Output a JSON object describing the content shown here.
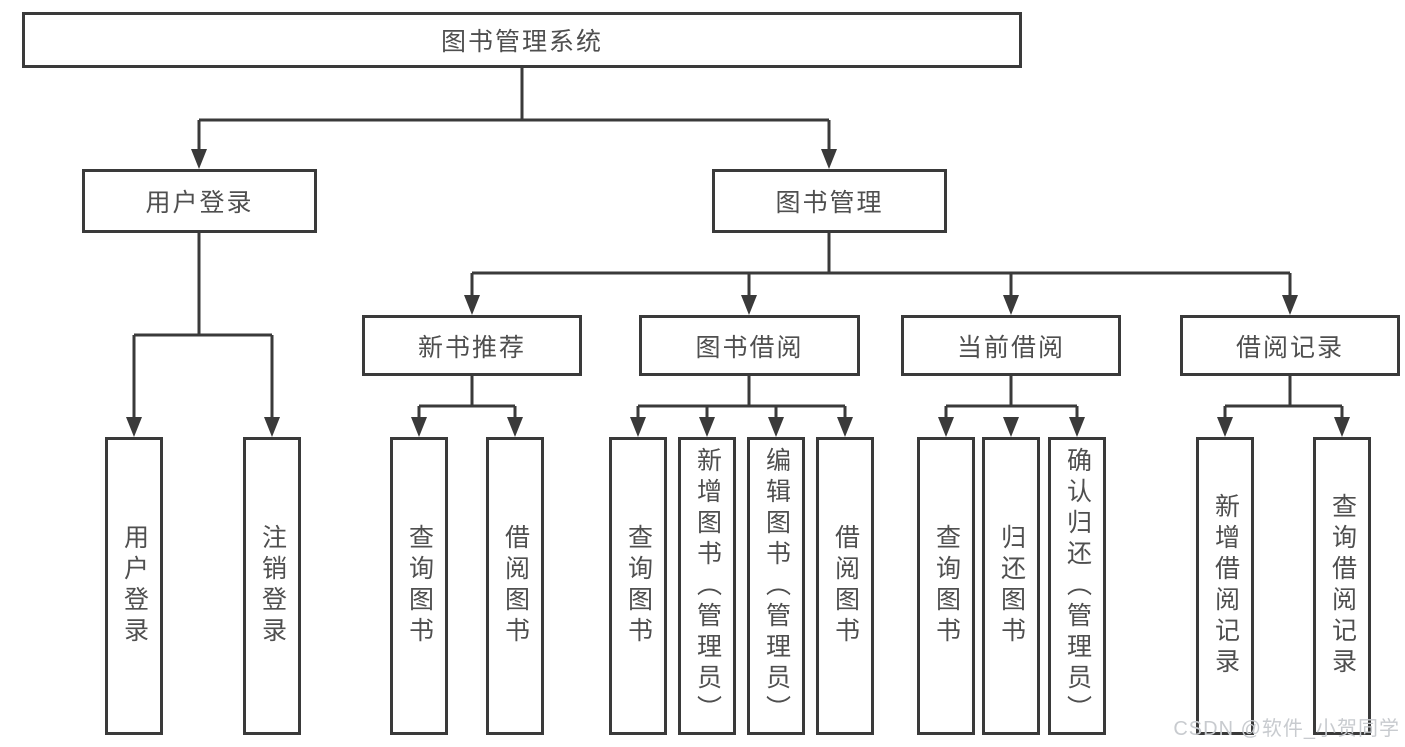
{
  "nodes": {
    "root": {
      "label": "图书管理系统"
    },
    "user_login": {
      "label": "用户登录"
    },
    "book_management": {
      "label": "图书管理"
    },
    "new_book_recommend": {
      "label": "新书推荐"
    },
    "book_borrow": {
      "label": "图书借阅"
    },
    "current_borrow": {
      "label": "当前借阅"
    },
    "borrow_records": {
      "label": "借阅记录"
    },
    "user_login_leaf": {
      "label": "用户登录"
    },
    "logout_leaf": {
      "label": "注销登录"
    },
    "recommend_query_books": {
      "label": "查询图书"
    },
    "recommend_borrow_books": {
      "label": "借阅图书"
    },
    "borrow_query_books": {
      "label": "查询图书"
    },
    "borrow_add_books": {
      "label": "新增图书（管理员）"
    },
    "borrow_edit_books": {
      "label": "编辑图书（管理员）"
    },
    "borrow_borrow_books": {
      "label": "借阅图书"
    },
    "current_query_books": {
      "label": "查询图书"
    },
    "current_return_books": {
      "label": "归还图书"
    },
    "current_confirm_return": {
      "label": "确认归还（管理员）"
    },
    "records_add_record": {
      "label": "新增借阅记录"
    },
    "records_query_record": {
      "label": "查询借阅记录"
    }
  },
  "hierarchy": {
    "图书管理系统": {
      "用户登录": [
        "用户登录",
        "注销登录"
      ],
      "图书管理": {
        "新书推荐": [
          "查询图书",
          "借阅图书"
        ],
        "图书借阅": [
          "查询图书",
          "新增图书（管理员）",
          "编辑图书（管理员）",
          "借阅图书"
        ],
        "当前借阅": [
          "查询图书",
          "归还图书",
          "确认归还（管理员）"
        ],
        "借阅记录": [
          "新增借阅记录",
          "查询借阅记录"
        ]
      }
    }
  },
  "watermark": {
    "text": "CSDN @软件_小贺同学"
  },
  "colors": {
    "line": "#3a3a3a",
    "text": "#4f4f4f",
    "watermark": "#c8cbcf",
    "background": "#ffffff"
  }
}
